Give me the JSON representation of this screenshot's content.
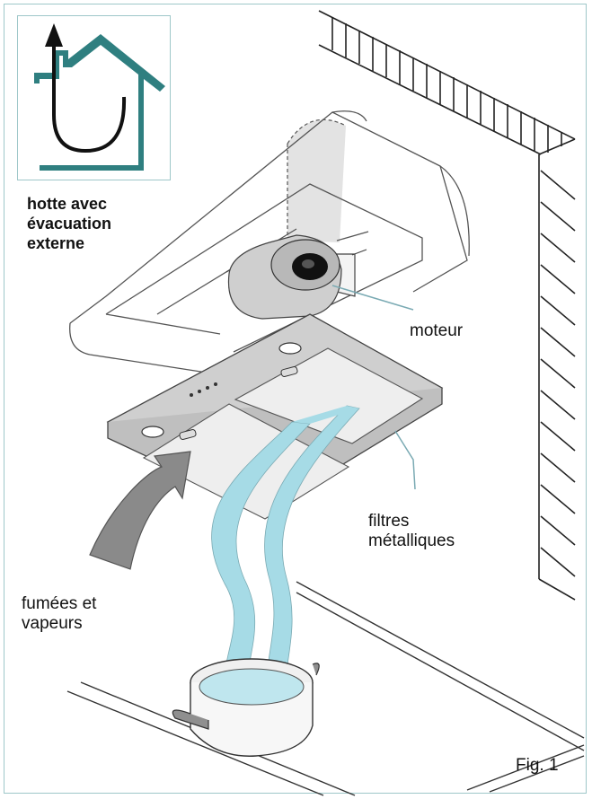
{
  "labels": {
    "title_line1": "hotte avec",
    "title_line2": "évacuation",
    "title_line3": "externe",
    "motor": "moteur",
    "filters_line1": "filtres",
    "filters_line2": "métalliques",
    "fumes_line1": "fumées et",
    "fumes_line2": "vapeurs",
    "figure": "Fig. 1"
  },
  "icons": {
    "house": "house-outline-icon",
    "exhaust_arrow": "exhaust-arrow-icon"
  },
  "colors": {
    "border": "#9ec7c9",
    "house": "#2f7f80",
    "smoke": "#a6dbe6",
    "line": "#444444",
    "grey_arrow": "#8a8a8a"
  }
}
